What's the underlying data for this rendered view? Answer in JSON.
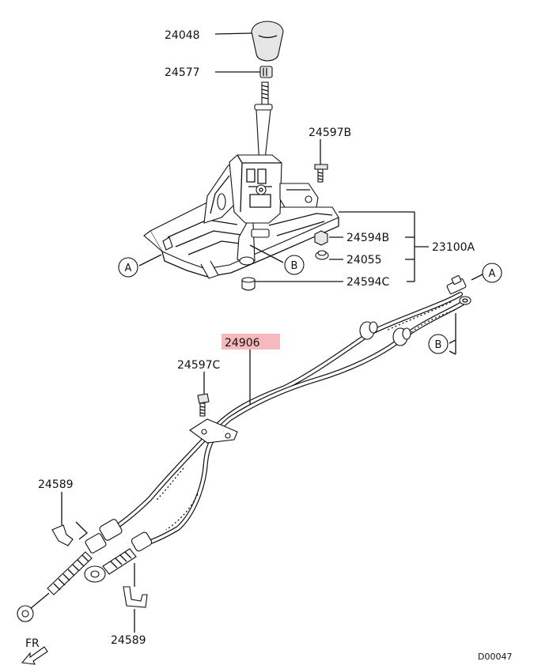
{
  "labels": {
    "p24048": "24048",
    "p24577": "24577",
    "p24597b": "24597B",
    "p24594b": "24594B",
    "p23100a": "23100A",
    "p24055": "24055",
    "p24594c": "24594C",
    "p24906": "24906",
    "p24597c": "24597C",
    "p24589_top": "24589",
    "p24589_bottom": "24589"
  },
  "refs": {
    "a_left": "A",
    "b_left": "B",
    "a_right": "A",
    "b_right": "B"
  },
  "direction_label": "FR",
  "diagram_code": "D00047",
  "colors": {
    "highlight": "#f7b9bd",
    "line": "#111111"
  }
}
